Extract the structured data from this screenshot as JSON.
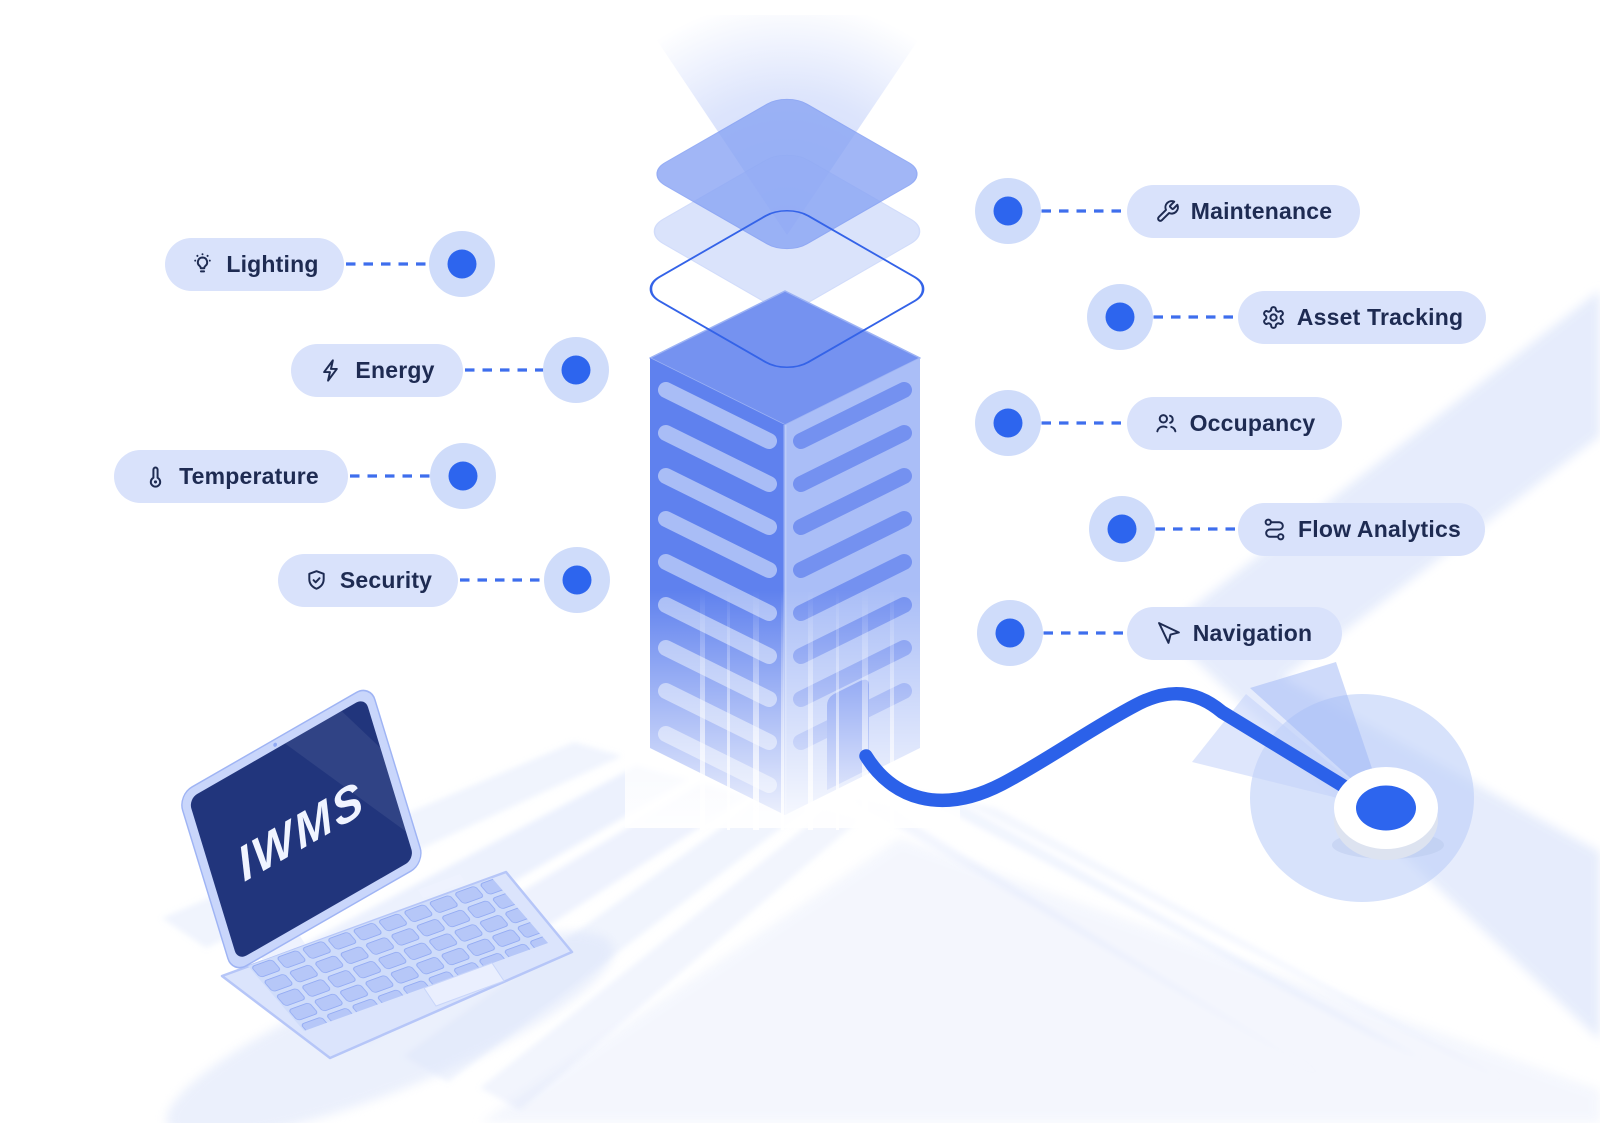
{
  "illustration": {
    "laptop_screen_text": "IWMS"
  },
  "features": {
    "left": [
      {
        "label": "Lighting",
        "icon": "lightbulb-icon"
      },
      {
        "label": "Energy",
        "icon": "lightning-bolt-icon"
      },
      {
        "label": "Temperature",
        "icon": "thermometer-icon"
      },
      {
        "label": "Security",
        "icon": "shield-check-icon"
      }
    ],
    "right": [
      {
        "label": "Maintenance",
        "icon": "wrench-icon"
      },
      {
        "label": "Asset Tracking",
        "icon": "gear-icon"
      },
      {
        "label": "Occupancy",
        "icon": "people-icon"
      },
      {
        "label": "Flow Analytics",
        "icon": "route-icon"
      },
      {
        "label": "Navigation",
        "icon": "navigation-arrow-icon"
      }
    ]
  },
  "colors": {
    "accent_blue": "#2d65ee",
    "route_blue": "#2b61e9",
    "pill_background": "#d9e2fb",
    "label_text": "#1e2b52",
    "connector_halo": "#cfdcfa",
    "building_left_face": "#5f81ee",
    "building_right_face": "#aabef7",
    "building_top_face": "#7592f0",
    "laptop_screen": "#21357c",
    "road_band": "#e4ebfc"
  }
}
